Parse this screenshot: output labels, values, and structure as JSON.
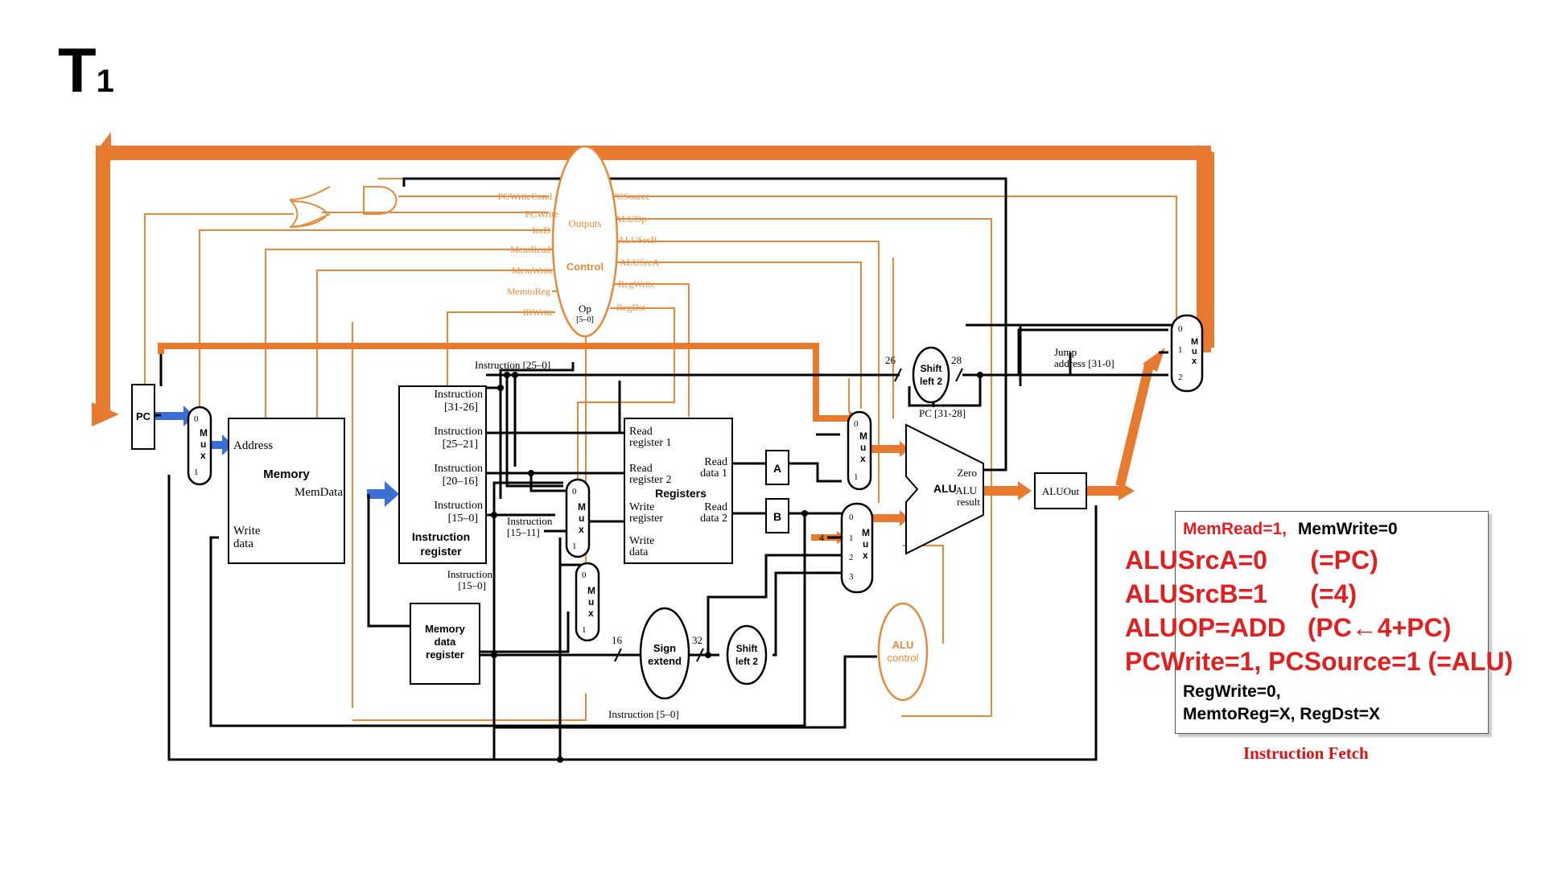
{
  "slide": {
    "title": "T",
    "title_sub": "1"
  },
  "colors": {
    "control": "#e8893a",
    "datapath": "#000000",
    "highlight": "#e77a2e",
    "arrow_blue": "#3b6fd6",
    "red_text": "#e02020"
  },
  "control_unit": {
    "outputs_label": "Outputs",
    "name": "Control",
    "op_label": "Op",
    "op_bits": "[5–0]",
    "left_signals": [
      "PCWriteCond",
      "PCWrite",
      "IorD",
      "MemRead",
      "MemWrite",
      "MemtoReg",
      "IRWrite"
    ],
    "right_signals": [
      "PCSource",
      "ALUOp",
      "ALUSrcB",
      "ALUSrcA",
      "RegWrite",
      "RegDst"
    ]
  },
  "blocks": {
    "pc": "PC",
    "memory": {
      "address": "Address",
      "name": "Memory",
      "memdata": "MemData",
      "write_data": "Write",
      "write_data2": "data"
    },
    "instr_reg": {
      "f1a": "Instruction",
      "f1b": "[31-26]",
      "f2a": "Instruction",
      "f2b": "[25–21]",
      "f3a": "Instruction",
      "f3b": "[20–16]",
      "f4a": "Instruction",
      "f4b": "[15–0]",
      "name1": "Instruction",
      "name2": "register"
    },
    "mdr": {
      "l1": "Memory",
      "l2": "data",
      "l3": "register"
    },
    "registers": {
      "rr1a": "Read",
      "rr1b": "register 1",
      "rr2a": "Read",
      "rr2b": "register 2",
      "name": "Registers",
      "wra": "Write",
      "wrb": "register",
      "wda": "Write",
      "wdb": "data",
      "rd1a": "Read",
      "rd1b": "data 1",
      "rd2a": "Read",
      "rd2b": "data 2"
    },
    "a_reg": "A",
    "b_reg": "B",
    "alu": {
      "name": "ALU",
      "zero": "Zero",
      "result1": "ALU",
      "result2": "result"
    },
    "aluout": "ALUOut",
    "alu_control": {
      "l1": "ALU",
      "l2": "control"
    },
    "sign_extend": {
      "l1": "Sign",
      "l2": "extend"
    },
    "shift_left_2": {
      "l1": "Shift",
      "l2": "left 2"
    },
    "shift_left_2_top": {
      "l1": "Shift",
      "l2": "left 2"
    },
    "mux_letters": [
      "M",
      "u",
      "x"
    ]
  },
  "labels": {
    "instr_25_0": "Instruction [25–0]",
    "instr_15_11a": "Instruction",
    "instr_15_11b": "[15–11]",
    "instr_15_0a": "Instruction",
    "instr_15_0b": "[15–0]",
    "instr_5_0": "Instruction [5–0]",
    "jump1": "Jump",
    "jump2": "address [31-0]",
    "pc_31_28": "PC [31-28]",
    "bits_26": "26",
    "bits_28": "28",
    "bits_16": "16",
    "bits_32": "32",
    "const_4": "4",
    "m0": "0",
    "m1": "1",
    "m2": "2",
    "m3": "3"
  },
  "note": {
    "line1_a": "MemRead=1,",
    "line1_b": "MemWrite=0",
    "line2": "ALUSrcA=0      (=PC)",
    "line3": "ALUSrcB=1      (=4)",
    "line4": "ALUOP=ADD   (PC←4+PC)",
    "line5": "PCWrite=1, PCSource=1 (=ALU)",
    "line6": "RegWrite=0,",
    "line7": "MemtoReg=X, RegDst=X",
    "caption": "Instruction Fetch"
  }
}
